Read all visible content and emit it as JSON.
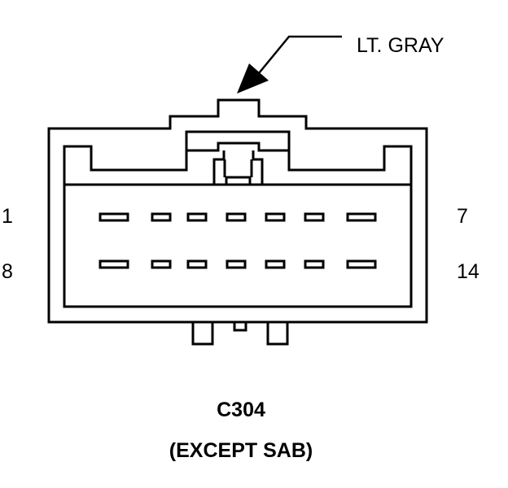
{
  "diagram": {
    "color_label": "LT. GRAY",
    "pin_labels": {
      "top_left": "1",
      "top_right": "7",
      "bottom_left": "8",
      "bottom_right": "14"
    },
    "connector_id": "C304",
    "variant_note": "(EXCEPT SAB)",
    "pins_per_row": 7,
    "row_count": 2,
    "line_color": "#000000",
    "background_color": "#ffffff"
  }
}
